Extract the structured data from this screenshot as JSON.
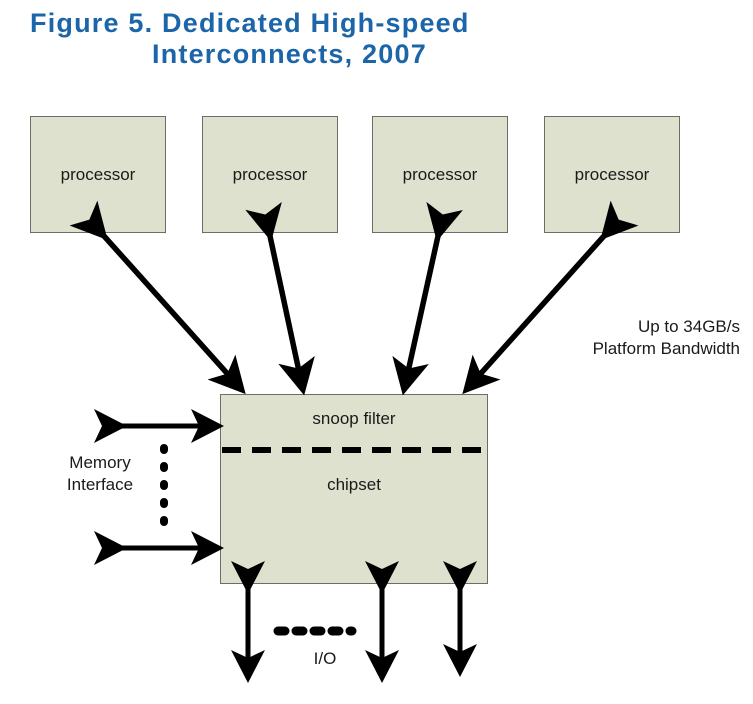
{
  "figure": {
    "title_line1": "Figure 5.   Dedicated High-speed",
    "title_line2": "Interconnects, 2007",
    "title_color": "#1b65a8"
  },
  "colors": {
    "box_fill": "#dee1cd",
    "box_stroke": "#6b6e66",
    "arrow": "#000000",
    "text": "#1a1a1a"
  },
  "processors": [
    {
      "label": "processor"
    },
    {
      "label": "processor"
    },
    {
      "label": "processor"
    },
    {
      "label": "processor"
    }
  ],
  "chipset": {
    "top_label": "snoop filter",
    "bottom_label": "chipset"
  },
  "annotations": {
    "bandwidth_line1": "Up to 34GB/s",
    "bandwidth_line2": "Platform Bandwidth",
    "memory_line1": "Memory",
    "memory_line2": "Interface",
    "io_label": "I/O"
  }
}
